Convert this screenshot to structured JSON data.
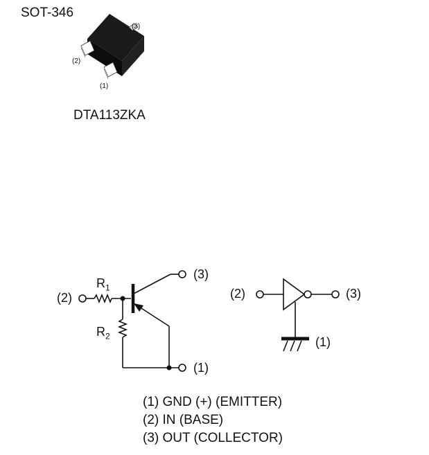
{
  "package": {
    "name": "SOT-346",
    "part_number": "DTA113ZKA",
    "pins": {
      "p1": "(1)",
      "p2": "(2)",
      "p3": "(3)"
    }
  },
  "schematic": {
    "pin_in": "(2)",
    "pin_out": "(3)",
    "pin_gnd": "(1)",
    "r1": {
      "letter": "R",
      "sub": "1"
    },
    "r2": {
      "letter": "R",
      "sub": "2"
    }
  },
  "logic_symbol": {
    "pin_in": "(2)",
    "pin_out": "(3)",
    "pin_gnd": "(1)"
  },
  "legend": [
    "(1) GND (+) (EMITTER)",
    "(2) IN (BASE)",
    "(3) OUT (COLLECTOR)"
  ]
}
